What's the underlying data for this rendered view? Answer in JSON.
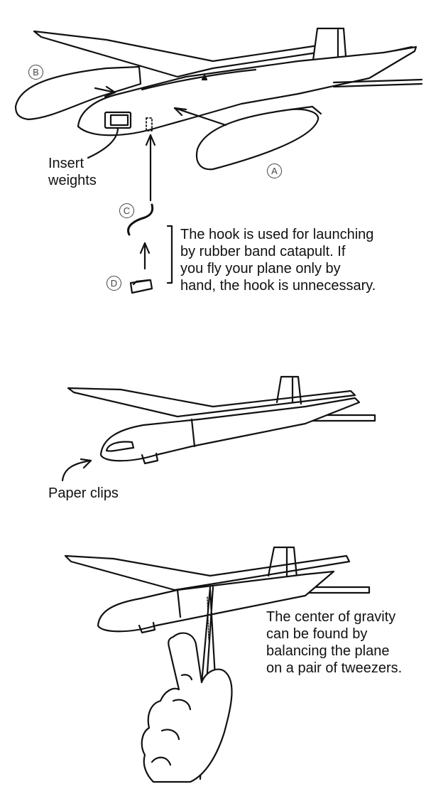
{
  "diagram_1": {
    "part_a": "A",
    "part_b": "B",
    "part_c": "C",
    "part_d": "D",
    "insert_weights": [
      "Insert",
      "weights"
    ],
    "hook_note": [
      "The hook is used for launching",
      "by rubber band catapult. If",
      "you fly your plane only by",
      "hand, the hook is unnecessary."
    ]
  },
  "diagram_2": {
    "paper_clips": "Paper clips"
  },
  "diagram_3": {
    "cg_note": [
      "The center of gravity",
      "can be found by",
      "balancing the plane",
      "on a pair of tweezers."
    ]
  }
}
